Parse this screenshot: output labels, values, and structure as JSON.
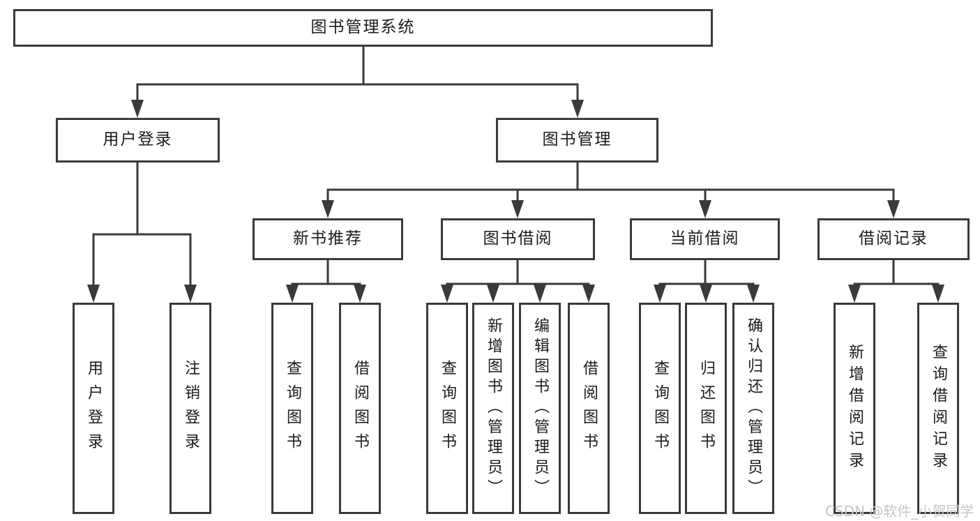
{
  "colors": {
    "line": "#3a3a3a",
    "border": "#3a3a3a",
    "text": "#1b1b1b",
    "background": "#ffffff",
    "watermark_text": "#c6c6c6"
  },
  "tree": {
    "root": {
      "label": "图书管理系统"
    },
    "branches": [
      {
        "label": "用户登录",
        "leaves": [
          {
            "label": "用户登录"
          },
          {
            "label": "注销登录"
          }
        ]
      },
      {
        "label": "图书管理",
        "groups": [
          {
            "label": "新书推荐",
            "leaves": [
              {
                "label": "查询图书"
              },
              {
                "label": "借阅图书"
              }
            ]
          },
          {
            "label": "图书借阅",
            "leaves": [
              {
                "label": "查询图书"
              },
              {
                "label": "新增图书（管理员）"
              },
              {
                "label": "编辑图书（管理员）"
              },
              {
                "label": "借阅图书"
              }
            ]
          },
          {
            "label": "当前借阅",
            "leaves": [
              {
                "label": "查询图书"
              },
              {
                "label": "归还图书"
              },
              {
                "label": "确认归还（管理员）"
              }
            ]
          },
          {
            "label": "借阅记录",
            "leaves": [
              {
                "label": "新增借阅记录"
              },
              {
                "label": "查询借阅记录"
              }
            ]
          }
        ]
      }
    ]
  },
  "watermark": {
    "text": "CSDN @软件_小贺同学"
  }
}
